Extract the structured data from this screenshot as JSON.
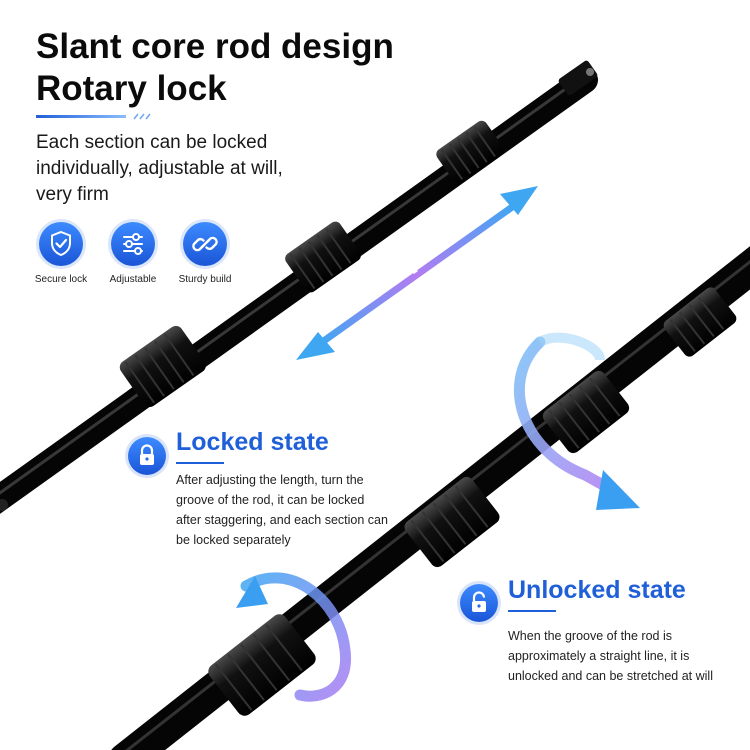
{
  "title": {
    "line1": "Slant core rod design",
    "line2": "Rotary lock"
  },
  "description": "Each section can be locked individually, adjustable at will, very firm",
  "features": [
    {
      "label": "Secure lock",
      "icon": "shield-check-icon"
    },
    {
      "label": "Adjustable",
      "icon": "sliders-icon"
    },
    {
      "label": "Sturdy build",
      "icon": "chain-link-icon"
    }
  ],
  "locked_state": {
    "title": "Locked state",
    "icon": "padlock-closed-icon",
    "body": "After adjusting the length, turn the groove of the rod, it can be locked after staggering, and each section can be locked separately"
  },
  "unlocked_state": {
    "title": "Unlocked state",
    "icon": "padlock-open-icon",
    "body": "When the groove of the rod is approximately a straight line, it is unlocked and can be stretched at will"
  },
  "colors": {
    "accent_blue": "#1f5fd8",
    "arrow_blue": "#3a9ff0",
    "arrow_purple": "#b07cf0",
    "rod": "#0a0a0a"
  }
}
